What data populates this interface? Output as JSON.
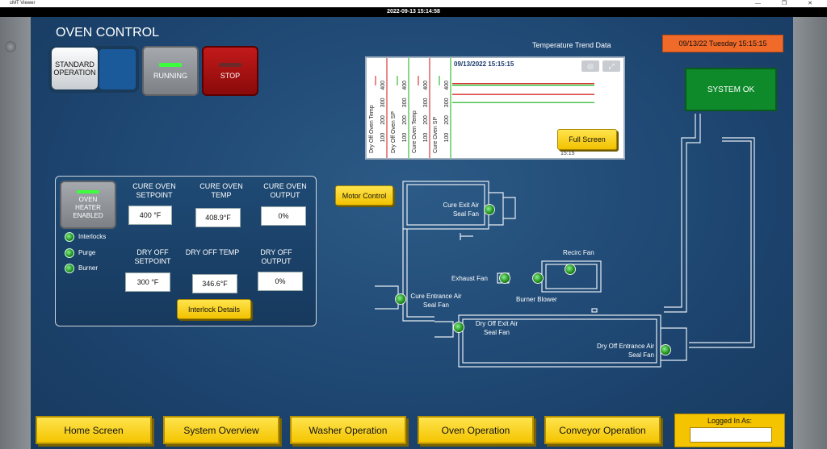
{
  "window": {
    "title": "cMT Viewer",
    "controls": "—  ❐  ✕"
  },
  "topbar": {
    "datetime": "2022-09-13 15:14:58"
  },
  "page_title": "OVEN CONTROL",
  "mode": {
    "standard": "STANDARD OPERATION",
    "running": "RUNNING",
    "stop": "STOP"
  },
  "trend": {
    "title": "Temperature Trend Data",
    "timestamp": "09/13/2022 15:15:15",
    "full_screen": "Full Screen",
    "x_tick": "15:15",
    "axes": [
      {
        "label": "Dry Off Oven Temp",
        "ticks": [
          "100",
          "200",
          "300",
          "400"
        ],
        "color": "#d01010"
      },
      {
        "label": "Dry Off Oven SP",
        "ticks": [
          "100",
          "200",
          "300",
          "400"
        ],
        "color": "#10b010"
      },
      {
        "label": "Cure Oven Temp",
        "ticks": [
          "100",
          "200",
          "300",
          "400"
        ],
        "color": "#d01010"
      },
      {
        "label": "Cure Oven SP",
        "ticks": [
          "100",
          "200",
          "300",
          "400"
        ],
        "color": "#10b010"
      }
    ]
  },
  "chart_data": {
    "type": "line",
    "title": "Temperature Trend Data",
    "ylim": [
      0,
      500
    ],
    "series": [
      {
        "name": "Cure Oven SP",
        "values": [
          400,
          400
        ],
        "color": "#10b010"
      },
      {
        "name": "Cure Oven Temp",
        "values": [
          408.9,
          408.9
        ],
        "color": "#d01010"
      },
      {
        "name": "Dry Off Oven SP",
        "values": [
          300,
          300
        ],
        "color": "#10b010"
      },
      {
        "name": "Dry Off Oven Temp",
        "values": [
          346.6,
          346.6
        ],
        "color": "#d01010"
      }
    ]
  },
  "datebox": {
    "text": "09/13/22   Tuesday 15:15:15"
  },
  "system_status": "SYSTEM OK",
  "oven": {
    "heater_btn": "OVEN HEATER ENABLED",
    "indicators": [
      "Interlocks",
      "Purge",
      "Burner"
    ],
    "cure": {
      "setpoint_label": "CURE OVEN SETPOINT",
      "setpoint_value": "400 °F",
      "temp_label": "CURE OVEN TEMP",
      "temp_value": "408.9°F",
      "output_label": "CURE OVEN OUTPUT",
      "output_value": "0%"
    },
    "dry": {
      "setpoint_label": "DRY OFF SETPOINT",
      "setpoint_value": "300 °F",
      "temp_label": "DRY OFF TEMP",
      "temp_value": "346.6°F",
      "output_label": "DRY OFF OUTPUT",
      "output_value": "0%"
    },
    "interlock_details": "Interlock Details"
  },
  "motor_control": "Motor Control",
  "fans": {
    "cure_exit": "Cure Exit Air Seal Fan",
    "recirc": "Recirc Fan",
    "exhaust": "Exhaust Fan",
    "burner_blower": "Burner Blower",
    "cure_entrance": "Cure Entrance Air Seal Fan",
    "dry_exit": "Dry Off Exit Air Seal Fan",
    "dry_entrance": "Dry Off Entrance Air Seal Fan"
  },
  "nav": [
    "Home Screen",
    "System Overview",
    "Washer Operation",
    "Oven Operation",
    "Conveyor Operation"
  ],
  "login": {
    "label": "Logged In As:",
    "value": ""
  }
}
